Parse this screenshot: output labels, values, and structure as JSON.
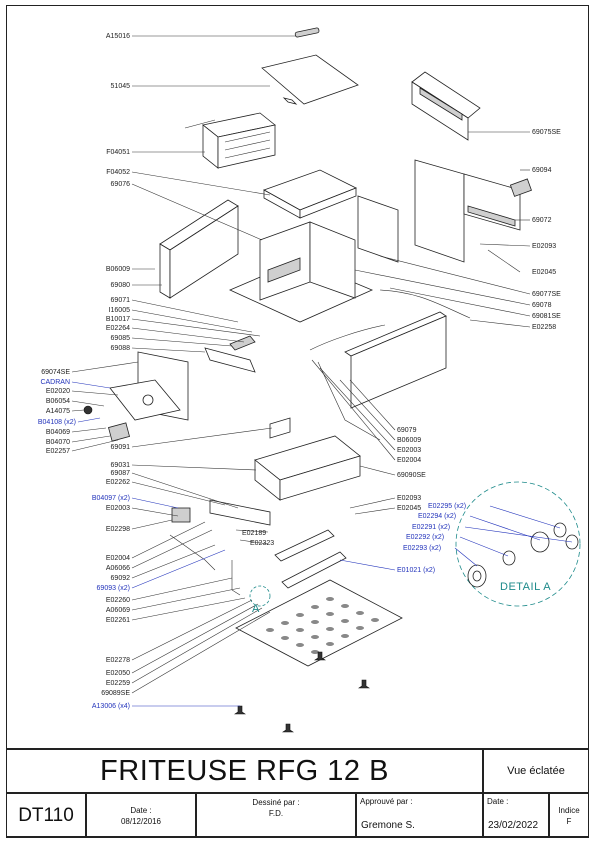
{
  "labels_left": [
    {
      "text": "A15016",
      "blue": false
    },
    {
      "text": "51045",
      "blue": false
    },
    {
      "text": "F04051",
      "blue": false
    },
    {
      "text": "F04052",
      "blue": false
    },
    {
      "text": "69076",
      "blue": false
    },
    {
      "text": "B06009",
      "blue": false
    },
    {
      "text": "69080",
      "blue": false
    },
    {
      "text": "69071",
      "blue": false
    },
    {
      "text": "I16005",
      "blue": false
    },
    {
      "text": "B10017",
      "blue": false
    },
    {
      "text": "E02264",
      "blue": false
    },
    {
      "text": "69085",
      "blue": false
    },
    {
      "text": "69088",
      "blue": false
    },
    {
      "text": "69074SE",
      "blue": false
    },
    {
      "text": "CADRAN",
      "blue": true
    },
    {
      "text": "E02020",
      "blue": false
    },
    {
      "text": "B06054",
      "blue": false
    },
    {
      "text": "A14075",
      "blue": false
    },
    {
      "text": "B04108  (x2)",
      "blue": true
    },
    {
      "text": "B04069",
      "blue": false
    },
    {
      "text": "B04070",
      "blue": false
    },
    {
      "text": "E02257",
      "blue": false
    },
    {
      "text": "69091",
      "blue": false
    },
    {
      "text": "69031",
      "blue": false
    },
    {
      "text": "69087",
      "blue": false
    },
    {
      "text": "E02262",
      "blue": false
    },
    {
      "text": "B04097  (x2)",
      "blue": true
    },
    {
      "text": "E02003",
      "blue": false
    },
    {
      "text": "E02298",
      "blue": false
    },
    {
      "text": "E02004",
      "blue": false
    },
    {
      "text": "A06066",
      "blue": false
    },
    {
      "text": "69092",
      "blue": false
    },
    {
      "text": "69093  (x2)",
      "blue": true
    },
    {
      "text": "E02260",
      "blue": false
    },
    {
      "text": "A06069",
      "blue": false
    },
    {
      "text": "E02261",
      "blue": false
    },
    {
      "text": "E02278",
      "blue": false
    },
    {
      "text": "E02050",
      "blue": false
    },
    {
      "text": "E02259",
      "blue": false
    },
    {
      "text": "69089SE",
      "blue": false
    },
    {
      "text": "A13006  (x4)",
      "blue": true
    },
    {
      "text": "E02189",
      "blue": false
    },
    {
      "text": "E02323",
      "blue": false
    }
  ],
  "labels_right": [
    {
      "text": "69075SE",
      "blue": false
    },
    {
      "text": "69094",
      "blue": false
    },
    {
      "text": "69072",
      "blue": false
    },
    {
      "text": "E02093",
      "blue": false
    },
    {
      "text": "E02045",
      "blue": false
    },
    {
      "text": "69077SE",
      "blue": false
    },
    {
      "text": "69078",
      "blue": false
    },
    {
      "text": "69081SE",
      "blue": false
    },
    {
      "text": "E02258",
      "blue": false
    },
    {
      "text": "69079",
      "blue": false
    },
    {
      "text": "B06009",
      "blue": false
    },
    {
      "text": "E02003",
      "blue": false
    },
    {
      "text": "E02004",
      "blue": false
    },
    {
      "text": "69090SE",
      "blue": false
    },
    {
      "text": "E02093",
      "blue": false
    },
    {
      "text": "E02045",
      "blue": false
    },
    {
      "text": "E02295  (x2)",
      "blue": true
    },
    {
      "text": "E02294  (x2)",
      "blue": true
    },
    {
      "text": "E02291  (x2)",
      "blue": true
    },
    {
      "text": "E02292  (x2)",
      "blue": true
    },
    {
      "text": "E02293  (x2)",
      "blue": true
    },
    {
      "text": "E01021  (x2)",
      "blue": true
    }
  ],
  "detail": {
    "title": "DETAIL A",
    "marker": "A"
  },
  "title_block": {
    "title": "FRITEUSE RFG 12 B",
    "view": "Vue éclatée",
    "code": "DT110",
    "date_label": "Date :",
    "date_value": "08/12/2016",
    "drawn_label": "Dessiné par :",
    "drawn_value": "F.D.",
    "approved_label": "Approuvé par :",
    "approved_value": "Gremone S.",
    "date2_label": "Date :",
    "date2_value": "23/02/2022",
    "index_label": "Indice",
    "index_value": "F"
  },
  "colors": {
    "label_blue": "#2233bb",
    "detail_teal": "#1d8a8a"
  }
}
